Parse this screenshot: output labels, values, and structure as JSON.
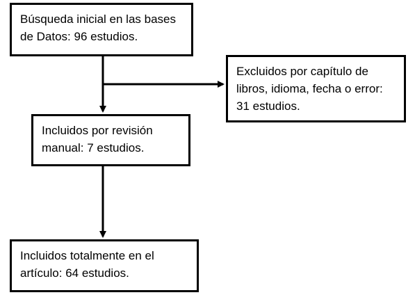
{
  "diagram": {
    "boxes": {
      "initial_search": "Búsqueda inicial en las bases de Datos: 96 estudios.",
      "excluded": "Excluidos por capítulo de libros, idioma, fecha o error: 31 estudios.",
      "manual_review": "Incluidos por revisión manual: 7 estudios.",
      "total_included": "Incluidos totalmente en el artículo: 64 estudios."
    },
    "colors": {
      "stroke": "#000000",
      "fill": "#ffffff",
      "text": "#000000"
    }
  }
}
